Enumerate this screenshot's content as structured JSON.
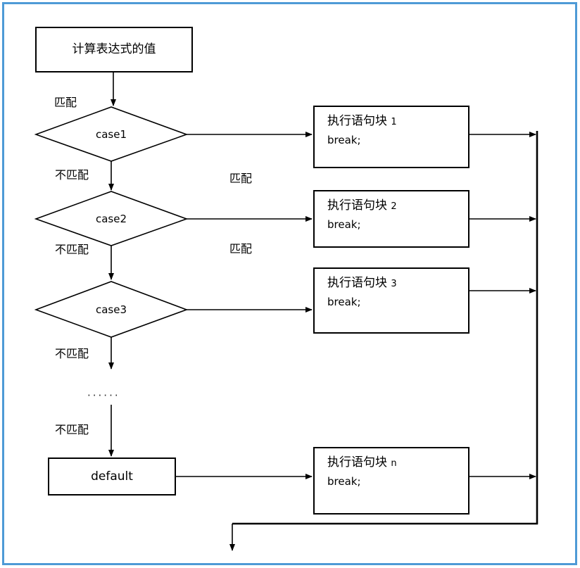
{
  "diagram": {
    "title": "switch statement flowchart",
    "border_color": "#4e9ad6",
    "line_color": "#000000",
    "background": "#ffffff",
    "start": {
      "label": "计算表达式的值"
    },
    "decisions": [
      {
        "label": "case1",
        "match_label": "匹配",
        "nomatch_label": "不匹配"
      },
      {
        "label": "case2",
        "match_label": "匹配",
        "nomatch_label": "不匹配"
      },
      {
        "label": "case3",
        "match_label": "匹配",
        "nomatch_label": "不匹配"
      }
    ],
    "ellipsis": "······",
    "default_node": {
      "label": "default",
      "incoming_label": "不匹配"
    },
    "actions": [
      {
        "title": "执行语句块 1",
        "statement": "break;"
      },
      {
        "title": "执行语句块 2",
        "statement": "break;"
      },
      {
        "title": "执行语句块 3",
        "statement": "break;"
      },
      {
        "title": "执行语句块 n",
        "statement": "break;"
      }
    ],
    "action_titles_split": [
      {
        "text": "执行语句块",
        "num": "1"
      },
      {
        "text": "执行语句块",
        "num": "2"
      },
      {
        "text": "执行语句块",
        "num": "3"
      },
      {
        "text": "执行语句块",
        "num": "n"
      }
    ]
  }
}
